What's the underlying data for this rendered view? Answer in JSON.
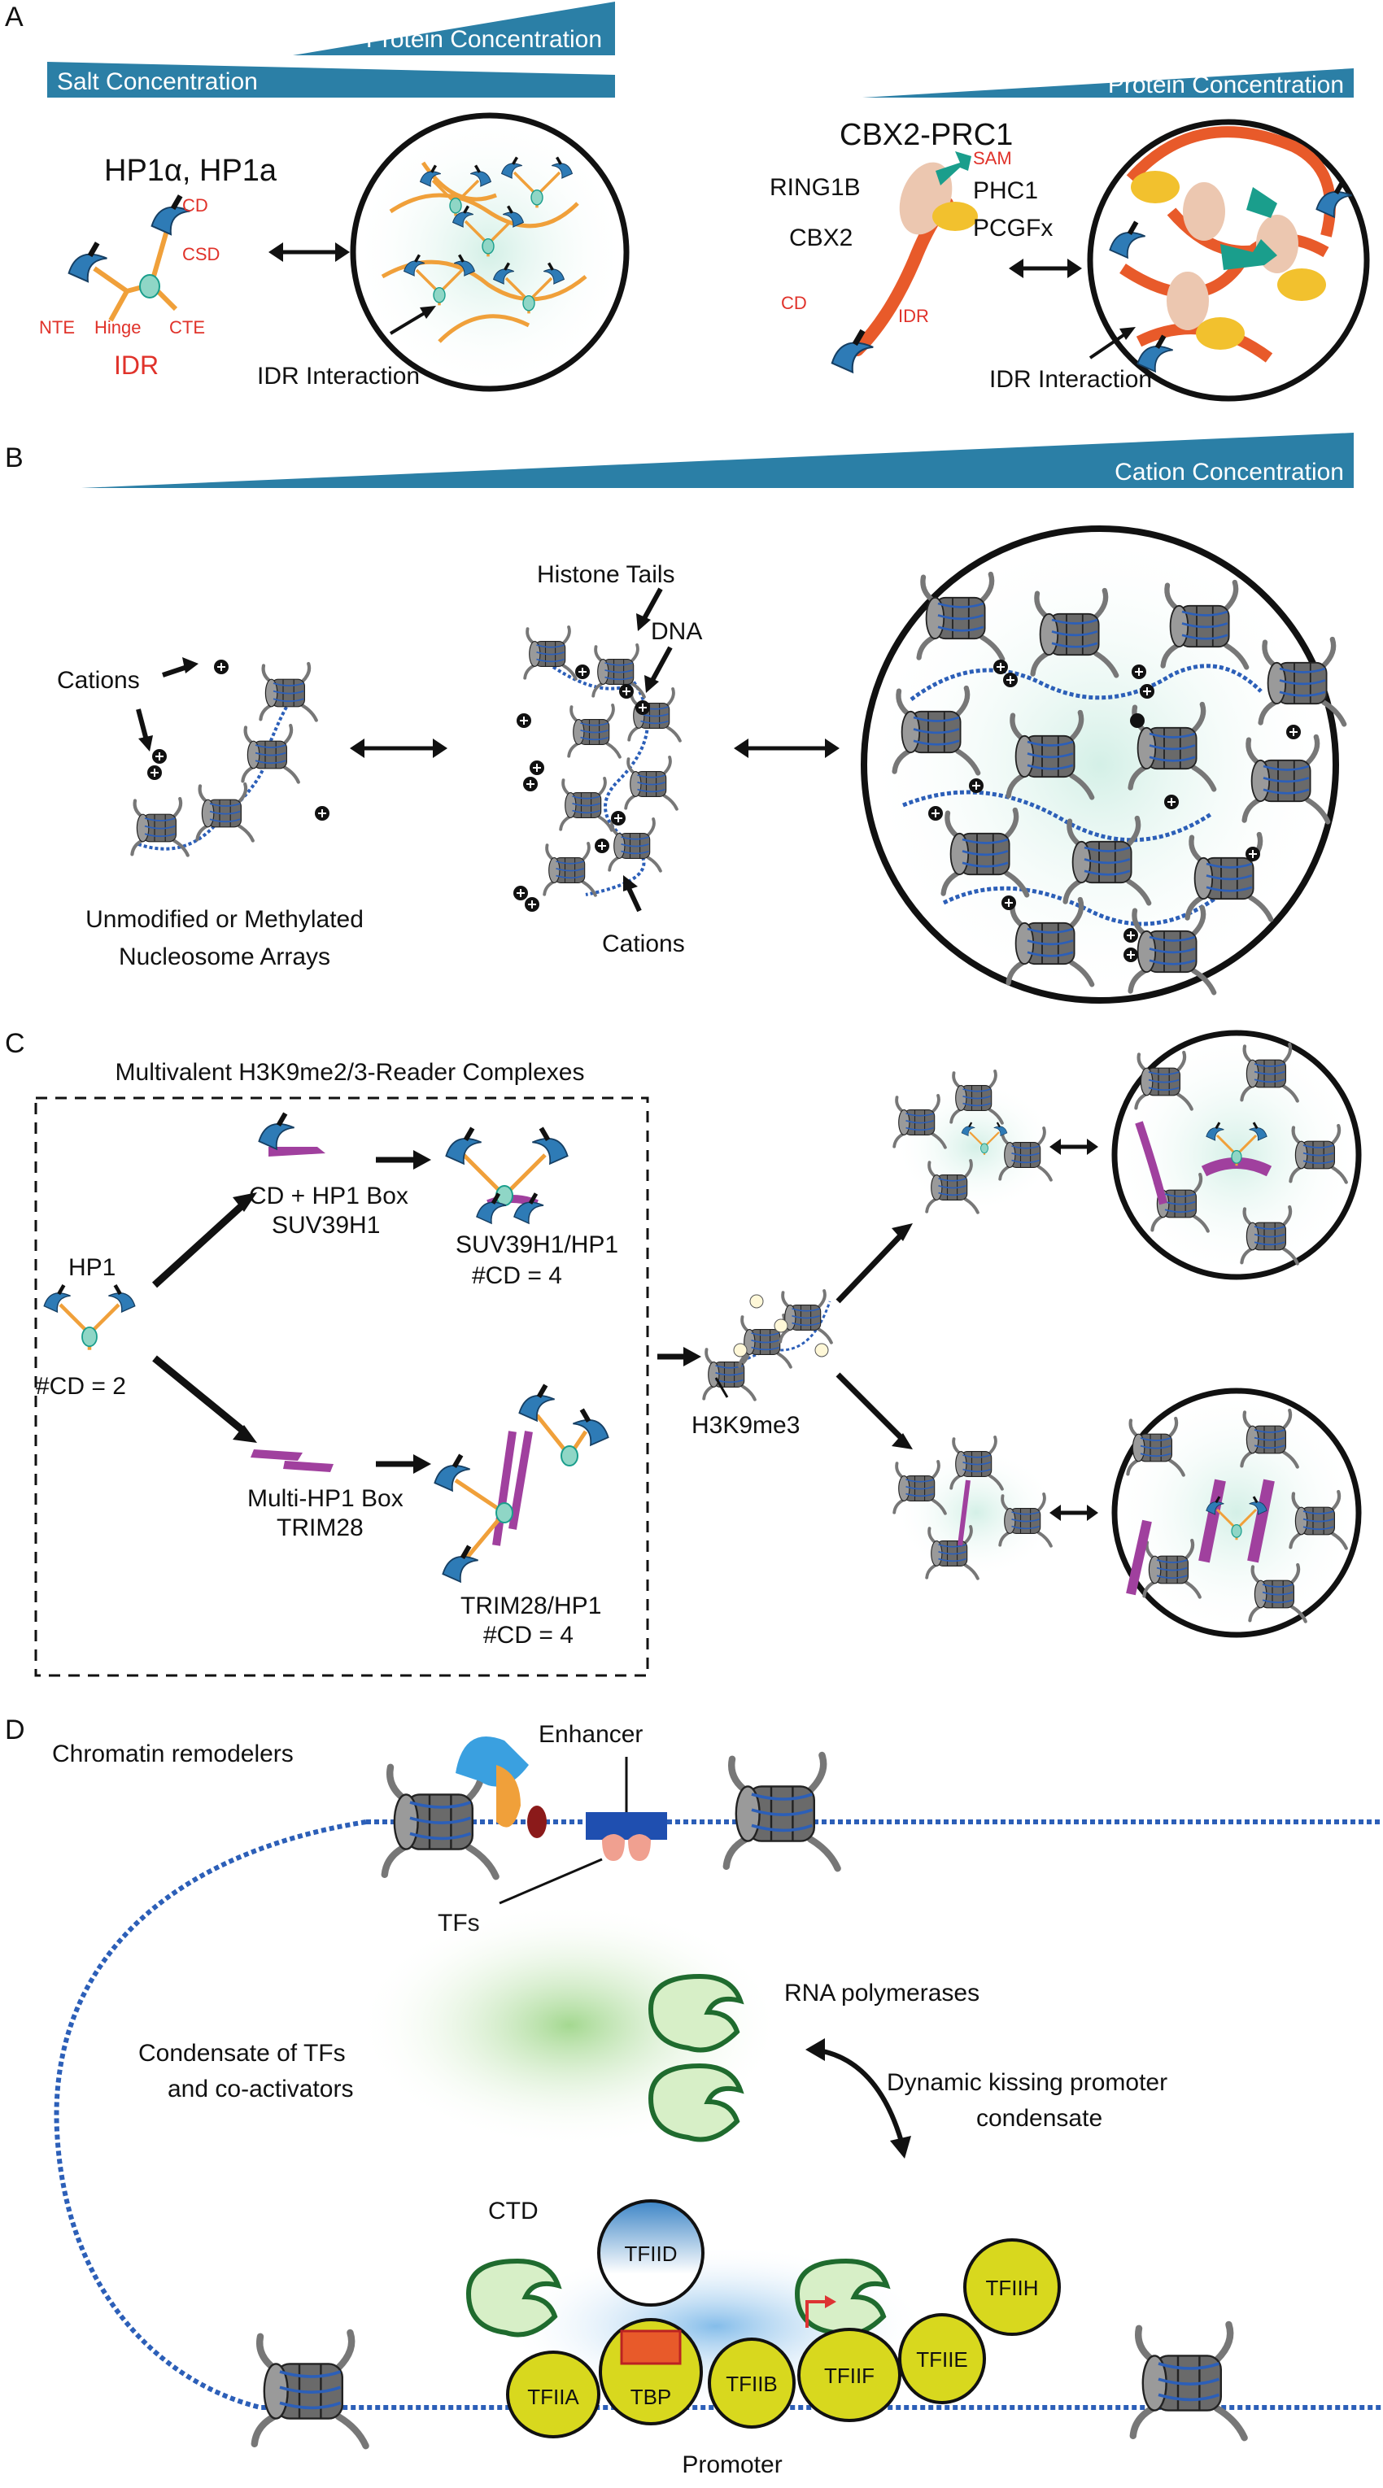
{
  "panel_a": {
    "letter": "A",
    "bar_protein_left": "Protein Concentration",
    "bar_salt": "Salt Concentration",
    "hp1_title": "HP1α, HP1a",
    "cd": "CD",
    "csd": "CSD",
    "nte": "NTE",
    "hinge": "Hinge",
    "cte": "CTE",
    "idr": "IDR",
    "idr_interaction_left": "IDR Interaction",
    "cbx2_title": "CBX2-PRC1",
    "bar_protein_right": "Protein Concentration",
    "ring1b": "RING1B",
    "sam": "SAM",
    "phc1": "PHC1",
    "cbx2": "CBX2",
    "pcgfx": "PCGFx",
    "cd2": "CD",
    "idr2": "IDR",
    "idr_interaction_right": "IDR Interaction"
  },
  "panel_b": {
    "letter": "B",
    "bar_cation": "Cation Concentration",
    "cations_left": "Cations",
    "histone_tails": "Histone Tails",
    "dna": "DNA",
    "cations_mid": "Cations",
    "caption_line1": "Unmodified or Methylated",
    "caption_line2": "Nucleosome Arrays"
  },
  "panel_c": {
    "letter": "C",
    "box_title": "Multivalent H3K9me2/3-Reader Complexes",
    "hp1": "HP1",
    "cd2": "#CD = 2",
    "suv_line1": "CD + HP1 Box",
    "suv_line2": "SUV39H1",
    "suv_cplx1": "SUV39H1/HP1",
    "suv_cplx2": "#CD = 4",
    "trim_line1": "Multi-HP1 Box",
    "trim_line2": "TRIM28",
    "trim_cplx1": "TRIM28/HP1",
    "trim_cplx2": "#CD = 4",
    "h3k9me3": "H3K9me3"
  },
  "panel_d": {
    "letter": "D",
    "remodelers": "Chromatin remodelers",
    "enhancer": "Enhancer",
    "tfs": "TFs",
    "rnapol": "RNA polymerases",
    "condensate1": "Condensate of TFs",
    "condensate2": "and co-activators",
    "kissing1": "Dynamic kissing promoter",
    "kissing2": "condensate",
    "ctd": "CTD",
    "tfiid": "TFIID",
    "tfiih": "TFIIH",
    "tfiia": "TFIIA",
    "tbp": "TBP",
    "tfiib": "TFIIB",
    "tfiif": "TFIIF",
    "tfiie": "TFIIE",
    "promoter": "Promoter"
  },
  "colors": {
    "bar_blue": "#2b7fa6",
    "cd_blue": "#2e7bb6",
    "orange": "#f0a03a",
    "teal": "#1a9e8c",
    "red_orange": "#e85a2a",
    "yellow_green": "#d8d81e",
    "label_red": "#e0322a",
    "purple": "#a0409e",
    "dna_blue": "#2c5fb8",
    "pol_green": "#1f6b2e"
  }
}
